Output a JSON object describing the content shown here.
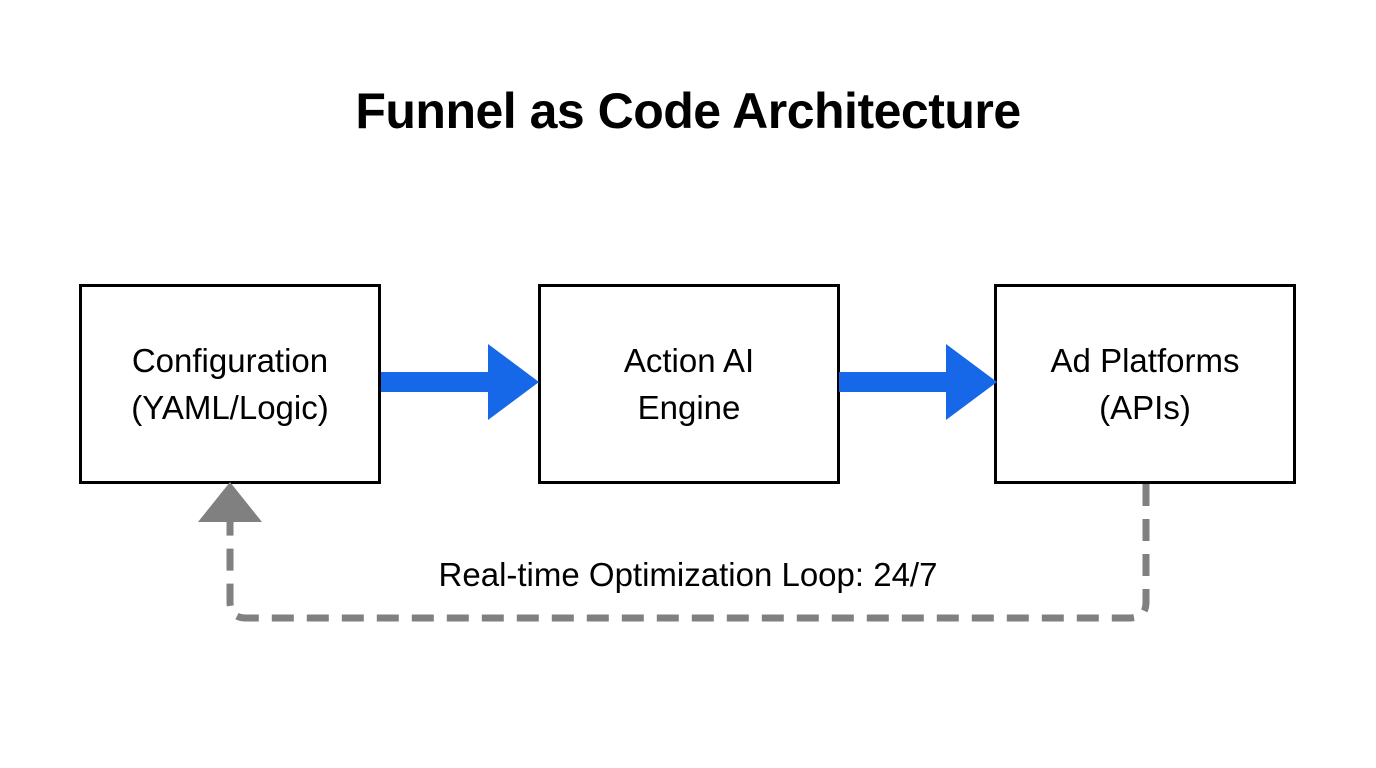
{
  "diagram": {
    "title": "Funnel as Code Architecture",
    "background_color": "#ffffff",
    "nodes": [
      {
        "id": "configuration",
        "line1": "Configuration",
        "line2": "(YAML/Logic)",
        "border_color": "#000000",
        "fill_color": "#ffffff"
      },
      {
        "id": "action-ai-engine",
        "line1": "Action AI",
        "line2": "Engine",
        "border_color": "#000000",
        "fill_color": "#ffffff"
      },
      {
        "id": "ad-platforms",
        "line1": "Ad Platforms",
        "line2": "(APIs)",
        "border_color": "#000000",
        "fill_color": "#ffffff"
      }
    ],
    "arrows": [
      {
        "id": "config-to-engine",
        "from": "configuration",
        "to": "action-ai-engine",
        "color": "#1668e8",
        "style": "solid"
      },
      {
        "id": "engine-to-adplatforms",
        "from": "action-ai-engine",
        "to": "ad-platforms",
        "color": "#1668e8",
        "style": "solid"
      }
    ],
    "feedback_loop": {
      "label": "Real-time Optimization Loop: 24/7",
      "from": "ad-platforms",
      "to": "configuration",
      "color": "#808080",
      "style": "dashed"
    }
  }
}
